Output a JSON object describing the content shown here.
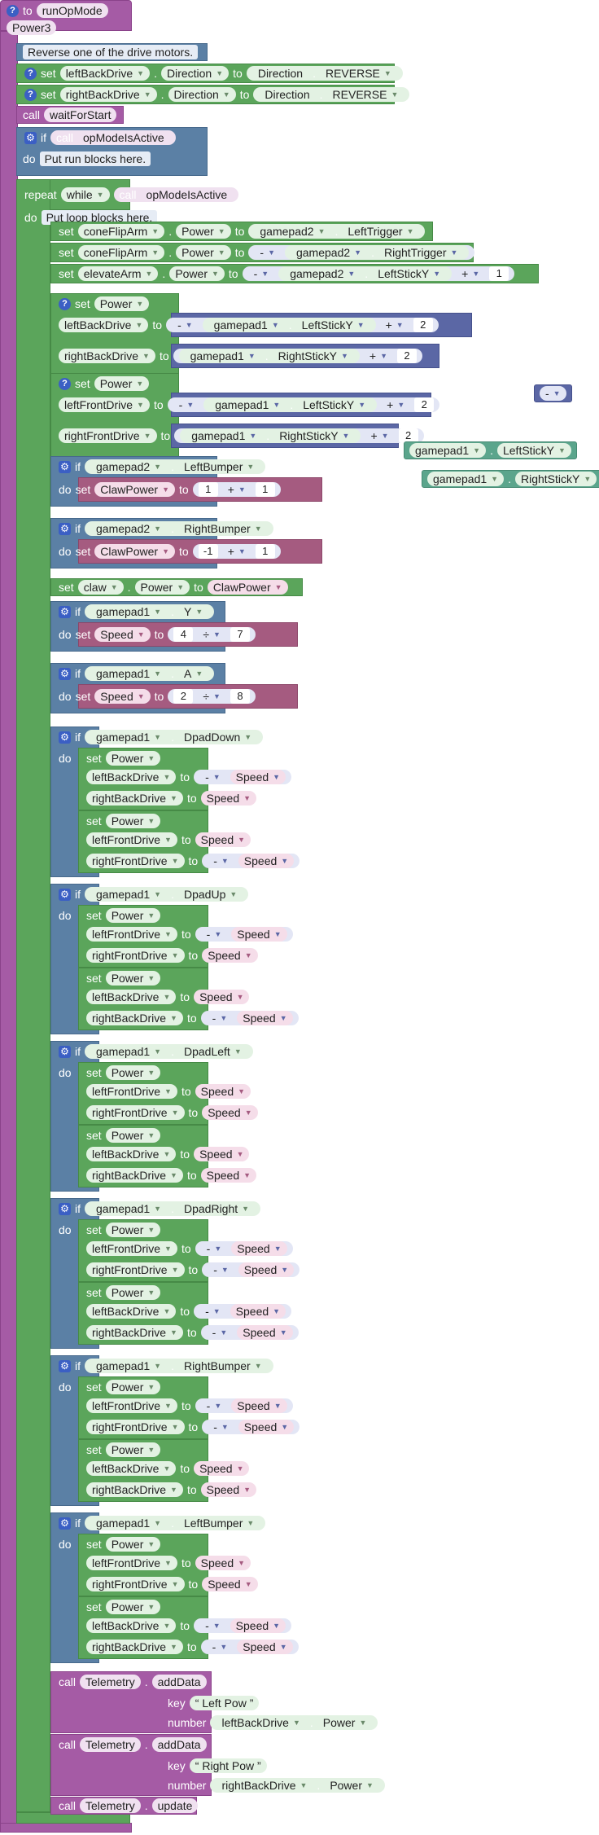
{
  "function": {
    "to": "to",
    "name": "runOpMode",
    "desc": "Power3"
  },
  "kw": {
    "set": "set",
    "to": "to",
    "call": "call",
    "if": "if",
    "do": "do",
    "repeat": "repeat",
    "key": "key",
    "number": "number",
    "dot": "."
  },
  "init": {
    "comment": "Reverse one of the drive motors.",
    "direction_prop": "Direction",
    "reverse": "REVERSE",
    "lines": [
      {
        "motor": "leftBackDrive"
      },
      {
        "motor": "rightBackDrive"
      }
    ],
    "wait": "waitForStart",
    "if_call": "opModeIsActive",
    "run_comment": "Put run blocks here."
  },
  "loop": {
    "repeat_mode": "while",
    "call": "opModeIsActive",
    "comment": "Put loop blocks here.",
    "sets": [
      {
        "target": "coneFlipArm",
        "prop": "Power",
        "pad": "gamepad2",
        "stick": "LeftTrigger"
      },
      {
        "target": "coneFlipArm",
        "prop": "Power",
        "op": "-",
        "pad": "gamepad2",
        "stick": "RightTrigger"
      },
      {
        "target": "elevateArm",
        "prop": "Power",
        "op": "-",
        "pad": "gamepad2",
        "stick": "LeftStickY",
        "op2": "+",
        "n": "1"
      }
    ],
    "power1": {
      "label": "Power",
      "m1": "leftBackDrive",
      "m2": "rightBackDrive",
      "op": "-",
      "pad1": "gamepad1",
      "s1": "LeftStickY",
      "plus": "+",
      "n": "2",
      "pad2": "gamepad1",
      "s2": "RightStickY"
    },
    "power2": {
      "label": "Power",
      "m1": "leftFrontDrive",
      "m2": "rightFrontDrive",
      "op": "-",
      "pad1": "gamepad1",
      "s1": "LeftStickY",
      "plus": "+",
      "n": "2",
      "pad2": "gamepad1",
      "s2": "RightStickY"
    },
    "stray": {
      "op": "-",
      "a_pad": "gamepad1",
      "a_stick": "LeftStickY",
      "b_pad": "gamepad1",
      "b_stick": "RightStickY"
    },
    "claw_ifs": [
      {
        "pad": "gamepad2",
        "btn": "LeftBumper",
        "var": "ClawPower",
        "a": "1",
        "op": "+",
        "b": "1"
      },
      {
        "pad": "gamepad2",
        "btn": "RightBumper",
        "var": "ClawPower",
        "a": "-1",
        "op": "+",
        "b": "1"
      }
    ],
    "claw_set": {
      "target": "claw",
      "prop": "Power",
      "var": "ClawPower"
    },
    "speed_ifs": [
      {
        "pad": "gamepad1",
        "btn": "Y",
        "var": "Speed",
        "a": "4",
        "op": "÷",
        "b": "7"
      },
      {
        "pad": "gamepad1",
        "btn": "A",
        "var": "Speed",
        "a": "2",
        "op": "÷",
        "b": "8"
      }
    ],
    "dpad_ifs": [
      {
        "pad": "gamepad1",
        "btn": "DpadDown",
        "groups": [
          [
            {
              "m": "leftBackDrive",
              "neg": true
            },
            {
              "m": "rightBackDrive",
              "neg": false
            }
          ],
          [
            {
              "m": "leftFrontDrive",
              "neg": false
            },
            {
              "m": "rightFrontDrive",
              "neg": true
            }
          ]
        ]
      },
      {
        "pad": "gamepad1",
        "btn": "DpadUp",
        "groups": [
          [
            {
              "m": "leftFrontDrive",
              "neg": true
            },
            {
              "m": "rightFrontDrive",
              "neg": false
            }
          ],
          [
            {
              "m": "leftBackDrive",
              "neg": false
            },
            {
              "m": "rightBackDrive",
              "neg": true
            }
          ]
        ]
      },
      {
        "pad": "gamepad1",
        "btn": "DpadLeft",
        "groups": [
          [
            {
              "m": "leftFrontDrive",
              "neg": false
            },
            {
              "m": "rightFrontDrive",
              "neg": false
            }
          ],
          [
            {
              "m": "leftBackDrive",
              "neg": false
            },
            {
              "m": "rightBackDrive",
              "neg": false
            }
          ]
        ]
      },
      {
        "pad": "gamepad1",
        "btn": "DpadRight",
        "groups": [
          [
            {
              "m": "leftFrontDrive",
              "neg": true
            },
            {
              "m": "rightFrontDrive",
              "neg": true
            }
          ],
          [
            {
              "m": "leftBackDrive",
              "neg": true
            },
            {
              "m": "rightBackDrive",
              "neg": true
            }
          ]
        ]
      },
      {
        "pad": "gamepad1",
        "btn": "RightBumper",
        "groups": [
          [
            {
              "m": "leftFrontDrive",
              "neg": true
            },
            {
              "m": "rightFrontDrive",
              "neg": true
            }
          ],
          [
            {
              "m": "leftBackDrive",
              "neg": false
            },
            {
              "m": "rightBackDrive",
              "neg": false
            }
          ]
        ]
      },
      {
        "pad": "gamepad1",
        "btn": "LeftBumper",
        "groups": [
          [
            {
              "m": "leftFrontDrive",
              "neg": false
            },
            {
              "m": "rightFrontDrive",
              "neg": false
            }
          ],
          [
            {
              "m": "leftBackDrive",
              "neg": true
            },
            {
              "m": "rightBackDrive",
              "neg": true
            }
          ]
        ]
      }
    ],
    "dpad_power": "Power",
    "dpad_var": "Speed",
    "neg_op": "-",
    "telemetry": [
      {
        "obj": "Telemetry",
        "method": "addData",
        "key": "Left Pow",
        "motor": "leftBackDrive",
        "prop": "Power"
      },
      {
        "obj": "Telemetry",
        "method": "addData",
        "key": "Right Pow",
        "motor": "rightBackDrive",
        "prop": "Power"
      }
    ],
    "update": {
      "obj": "Telemetry",
      "method": "update"
    }
  },
  "colors": {
    "procedure": "#a55ba5",
    "logic": "#5b80a5",
    "hardware": "#5ba55b",
    "variable": "#a55b80",
    "math": "#5b67a5"
  },
  "icons": {
    "help": "help-icon",
    "gear": "gear-icon",
    "dropdown": "chevron-down-icon"
  }
}
